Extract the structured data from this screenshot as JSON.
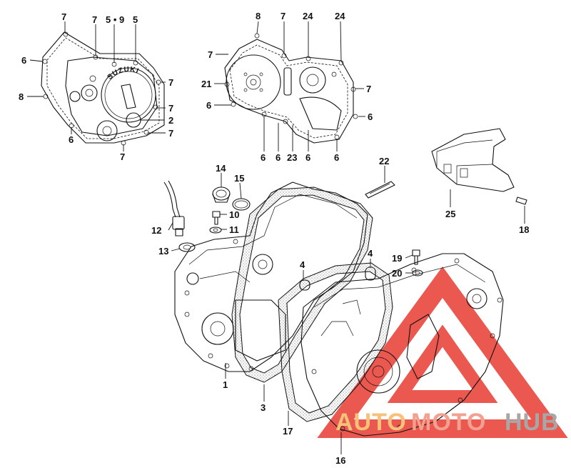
{
  "watermark": {
    "part1": "AUTO",
    "part2": "MOTO",
    "part3": "HUB",
    "color_auto": "#f6c27a",
    "color_moto": "#f2a08f",
    "color_hub": "#a7a7a7",
    "triangle_color": "#e8463c"
  },
  "callouts": [
    {
      "id": "c7a",
      "text": "7"
    },
    {
      "id": "c7b",
      "text": "7"
    },
    {
      "id": "c59",
      "text": "5 • 9"
    },
    {
      "id": "c5",
      "text": "5"
    },
    {
      "id": "c6a",
      "text": "6"
    },
    {
      "id": "c8",
      "text": "8"
    },
    {
      "id": "c7c",
      "text": "7"
    },
    {
      "id": "c7d",
      "text": "7"
    },
    {
      "id": "c2",
      "text": "2"
    },
    {
      "id": "c7e",
      "text": "7"
    },
    {
      "id": "c6b",
      "text": "6"
    },
    {
      "id": "c7f",
      "text": "7"
    },
    {
      "id": "c8b",
      "text": "8"
    },
    {
      "id": "c7g",
      "text": "7"
    },
    {
      "id": "c24a",
      "text": "24"
    },
    {
      "id": "c24b",
      "text": "24"
    },
    {
      "id": "c7h",
      "text": "7"
    },
    {
      "id": "c21",
      "text": "21"
    },
    {
      "id": "c7i",
      "text": "7"
    },
    {
      "id": "c6c",
      "text": "6"
    },
    {
      "id": "c6d",
      "text": "6"
    },
    {
      "id": "c6e",
      "text": "6"
    },
    {
      "id": "c6f",
      "text": "6"
    },
    {
      "id": "c23",
      "text": "23"
    },
    {
      "id": "c6g",
      "text": "6"
    },
    {
      "id": "c6h",
      "text": "6"
    },
    {
      "id": "c22",
      "text": "22"
    },
    {
      "id": "c14",
      "text": "14"
    },
    {
      "id": "c15",
      "text": "15"
    },
    {
      "id": "c10",
      "text": "10"
    },
    {
      "id": "c11",
      "text": "11"
    },
    {
      "id": "c12",
      "text": "12"
    },
    {
      "id": "c13",
      "text": "13"
    },
    {
      "id": "c25",
      "text": "25"
    },
    {
      "id": "c18",
      "text": "18"
    },
    {
      "id": "c4a",
      "text": "4"
    },
    {
      "id": "c4b",
      "text": "4"
    },
    {
      "id": "c19",
      "text": "19"
    },
    {
      "id": "c20",
      "text": "20"
    },
    {
      "id": "c1",
      "text": "1"
    },
    {
      "id": "c3",
      "text": "3"
    },
    {
      "id": "c17",
      "text": "17"
    },
    {
      "id": "c16",
      "text": "16"
    }
  ],
  "cover_logo_text": "SUZUKI"
}
